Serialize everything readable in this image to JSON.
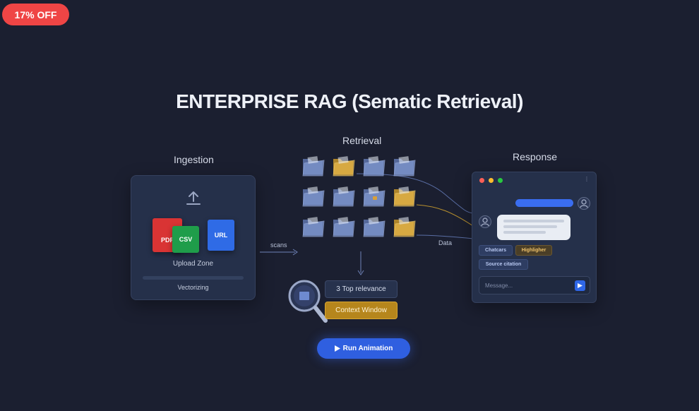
{
  "badge": {
    "text": "17% OFF"
  },
  "title": "ENTERPRISE RAG (Sematic Retrieval)",
  "sections": {
    "ingestion": "Ingestion",
    "retrieval": "Retrieval",
    "response": "Response"
  },
  "ingestion": {
    "upload_icon": "upload-arrow-icon",
    "files": [
      {
        "label": "PDF",
        "color": "#d93434"
      },
      {
        "label": "CSV",
        "color": "#1f9d4a"
      },
      {
        "label": "URL",
        "color": "#2f6be6"
      }
    ],
    "upload_zone_label": "Upload Zone",
    "status_label": "Vectorizing"
  },
  "flow_labels": {
    "scans": "scans",
    "data": "Data"
  },
  "retrieval": {
    "grid_rows": 3,
    "grid_cols": 4,
    "highlighted_cells": [
      "0-1",
      "1-3",
      "2-3"
    ],
    "locked_cells": [
      "1-2"
    ],
    "chips": {
      "relevance": "3 Top relevance",
      "context": "Context Window"
    },
    "run_button": {
      "icon": "play-icon",
      "label": "Run Animation"
    }
  },
  "response": {
    "window_dots": [
      "#ff5f57",
      "#febc2e",
      "#28c840"
    ],
    "tags": [
      {
        "label": "Chatcars",
        "style": "blue"
      },
      {
        "label": "Highligher",
        "style": "gold"
      },
      {
        "label": "Source citation",
        "style": "blue"
      }
    ],
    "message_placeholder": "Message...",
    "send_icon": "send-icon"
  },
  "colors": {
    "background": "#1b1f30",
    "card": "#25304a",
    "accent_blue": "#2f5fe0",
    "accent_gold": "#d9a630"
  }
}
